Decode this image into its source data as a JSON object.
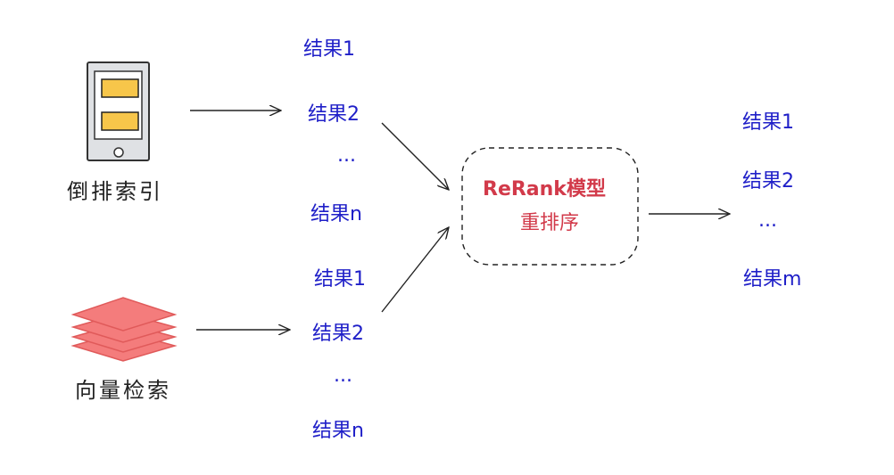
{
  "sources": [
    {
      "label": "倒排索引",
      "icon": "tablet-icon"
    },
    {
      "label": "向量检索",
      "icon": "layers-icon"
    }
  ],
  "inverted_results": [
    "结果1",
    "结果2",
    "...",
    "结果n"
  ],
  "vector_results": [
    "结果1",
    "结果2",
    "...",
    "结果n"
  ],
  "rerank": {
    "line1": "ReRank模型",
    "line2": "重排序"
  },
  "final_results": [
    "结果1",
    "结果2",
    "...",
    "结果m"
  ],
  "colors": {
    "result_text": "#1f1fc8",
    "rerank_text": "#d23a4a",
    "tablet_fill": "#f7c64a",
    "layers_fill": "#f47c7c"
  }
}
